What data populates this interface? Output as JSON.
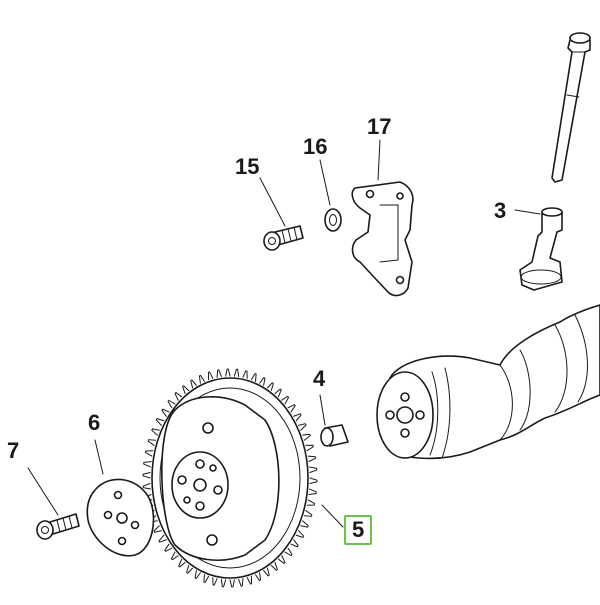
{
  "callouts": {
    "c3": "3",
    "c4": "4",
    "c5": "5",
    "c6": "6",
    "c7": "7",
    "c15": "15",
    "c16": "16",
    "c17": "17"
  },
  "highlight_color": "#6cc24a"
}
